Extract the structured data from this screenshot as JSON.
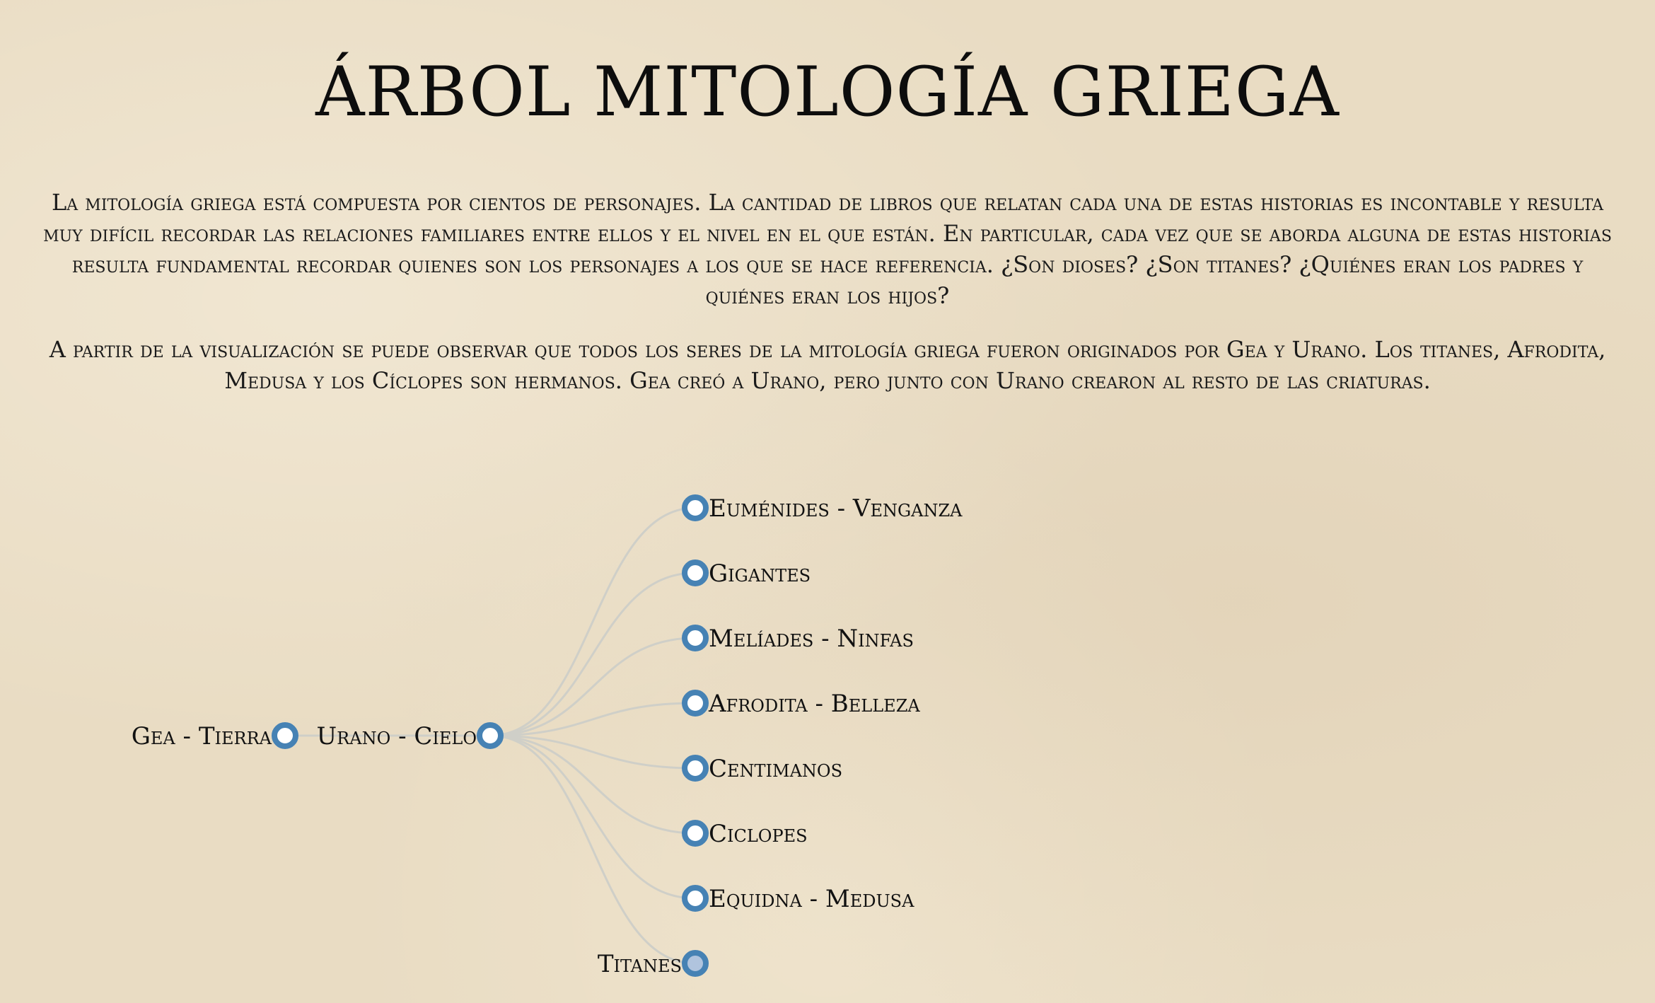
{
  "title": "ÁRBOL MITOLOGÍA GRIEGA",
  "paragraphs": [
    "La mitología griega está compuesta por cientos de personajes. La cantidad de libros que relatan cada una de estas historias es incontable y resulta muy difícil recordar las relaciones familiares entre ellos y el nivel en el que están. En particular, cada vez que se aborda alguna de estas historias resulta fundamental recordar quienes son los personajes a los que se hace referencia. ¿Son dioses? ¿Son titanes? ¿Quiénes eran los padres y quiénes eran los hijos?",
    "A partir de la visualización se puede observar que todos los seres de la mitología griega fueron originados por Gea y Urano. Los titanes, Afrodita, Medusa y los Cíclopes son hermanos. Gea creó a Urano, pero junto con Urano crearon al resto de las criaturas."
  ],
  "tree": {
    "root": {
      "label": "Gea - Tierra",
      "collapsed": false
    },
    "parent": {
      "label": "Urano - Cielo",
      "collapsed": false
    },
    "children": [
      {
        "label": "Euménides - Venganza",
        "collapsed": false
      },
      {
        "label": "Gigantes",
        "collapsed": false
      },
      {
        "label": "Melíades - Ninfas",
        "collapsed": false
      },
      {
        "label": "Afrodita - Belleza",
        "collapsed": false
      },
      {
        "label": "Centimanos",
        "collapsed": false
      },
      {
        "label": "Ciclopes",
        "collapsed": false
      },
      {
        "label": "Equidna - Medusa",
        "collapsed": false
      },
      {
        "label": "Titanes",
        "collapsed": true
      }
    ]
  },
  "colors": {
    "background": "#e9dcc3",
    "node_stroke": "#4682b4",
    "node_fill_leaf": "#ffffff",
    "node_fill_collapsed": "#b0c4de",
    "link": "#cfcfc8"
  }
}
